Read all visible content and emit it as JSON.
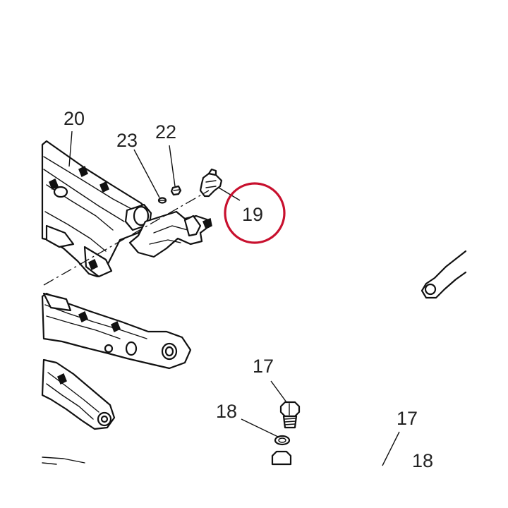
{
  "callouts": {
    "c20": "20",
    "c23": "23",
    "c22": "22",
    "c19": "19",
    "c17a": "17",
    "c18a": "18",
    "c17b": "17",
    "c18b": "18"
  },
  "highlight": {
    "target": "19",
    "color": "#c8102e"
  }
}
